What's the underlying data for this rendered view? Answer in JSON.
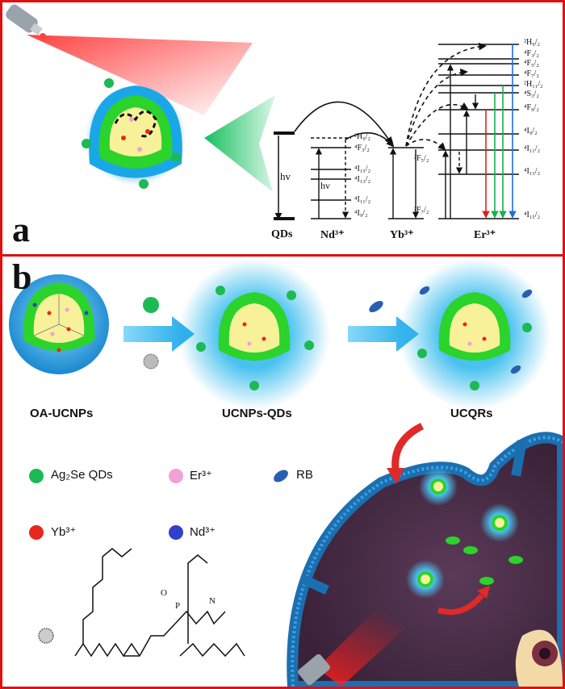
{
  "panel_a": {
    "label": "a",
    "qd_label": "QDs",
    "hv_qd": "hv",
    "hv_nd": "hv",
    "ions": {
      "nd": "Nd³⁺",
      "yb": "Yb³⁺",
      "er": "Er³⁺"
    },
    "nd_levels": [
      "²H₉/₂",
      "⁴F₃/₂",
      "⁴I₁₅/₂",
      "⁴I₁₃/₂",
      "⁴I₁₁/₂",
      "⁴I₉/₂"
    ],
    "yb_levels": [
      "²F₅/₂",
      "²F₇/₂"
    ],
    "er_levels": [
      "²H₉/₂",
      "⁴F₃/₂",
      "⁴F₅/₂",
      "⁴F₇/₂",
      "²H₁₁/₂",
      "⁴S₃/₂",
      "⁴F₉/₂",
      "⁴I₉/₂",
      "⁴I₁₁/₂",
      "⁴I₁₃/₂",
      "⁴I₁₅/₂"
    ]
  },
  "panel_b": {
    "label": "b",
    "stages": [
      "OA-UCNPs",
      "UCNPs-QDs",
      "UCQRs"
    ],
    "legend": {
      "ag2se": "Ag₂Se QDs",
      "er": "Er³⁺",
      "rb": "RB",
      "yb": "Yb³⁺",
      "nd": "Nd³⁺"
    },
    "colors": {
      "border": "#e01010",
      "green": "#1db954",
      "pink": "#f2a0d8",
      "red": "#e8281c",
      "blue": "#3040c8",
      "cyan": "#49c2ef"
    }
  }
}
